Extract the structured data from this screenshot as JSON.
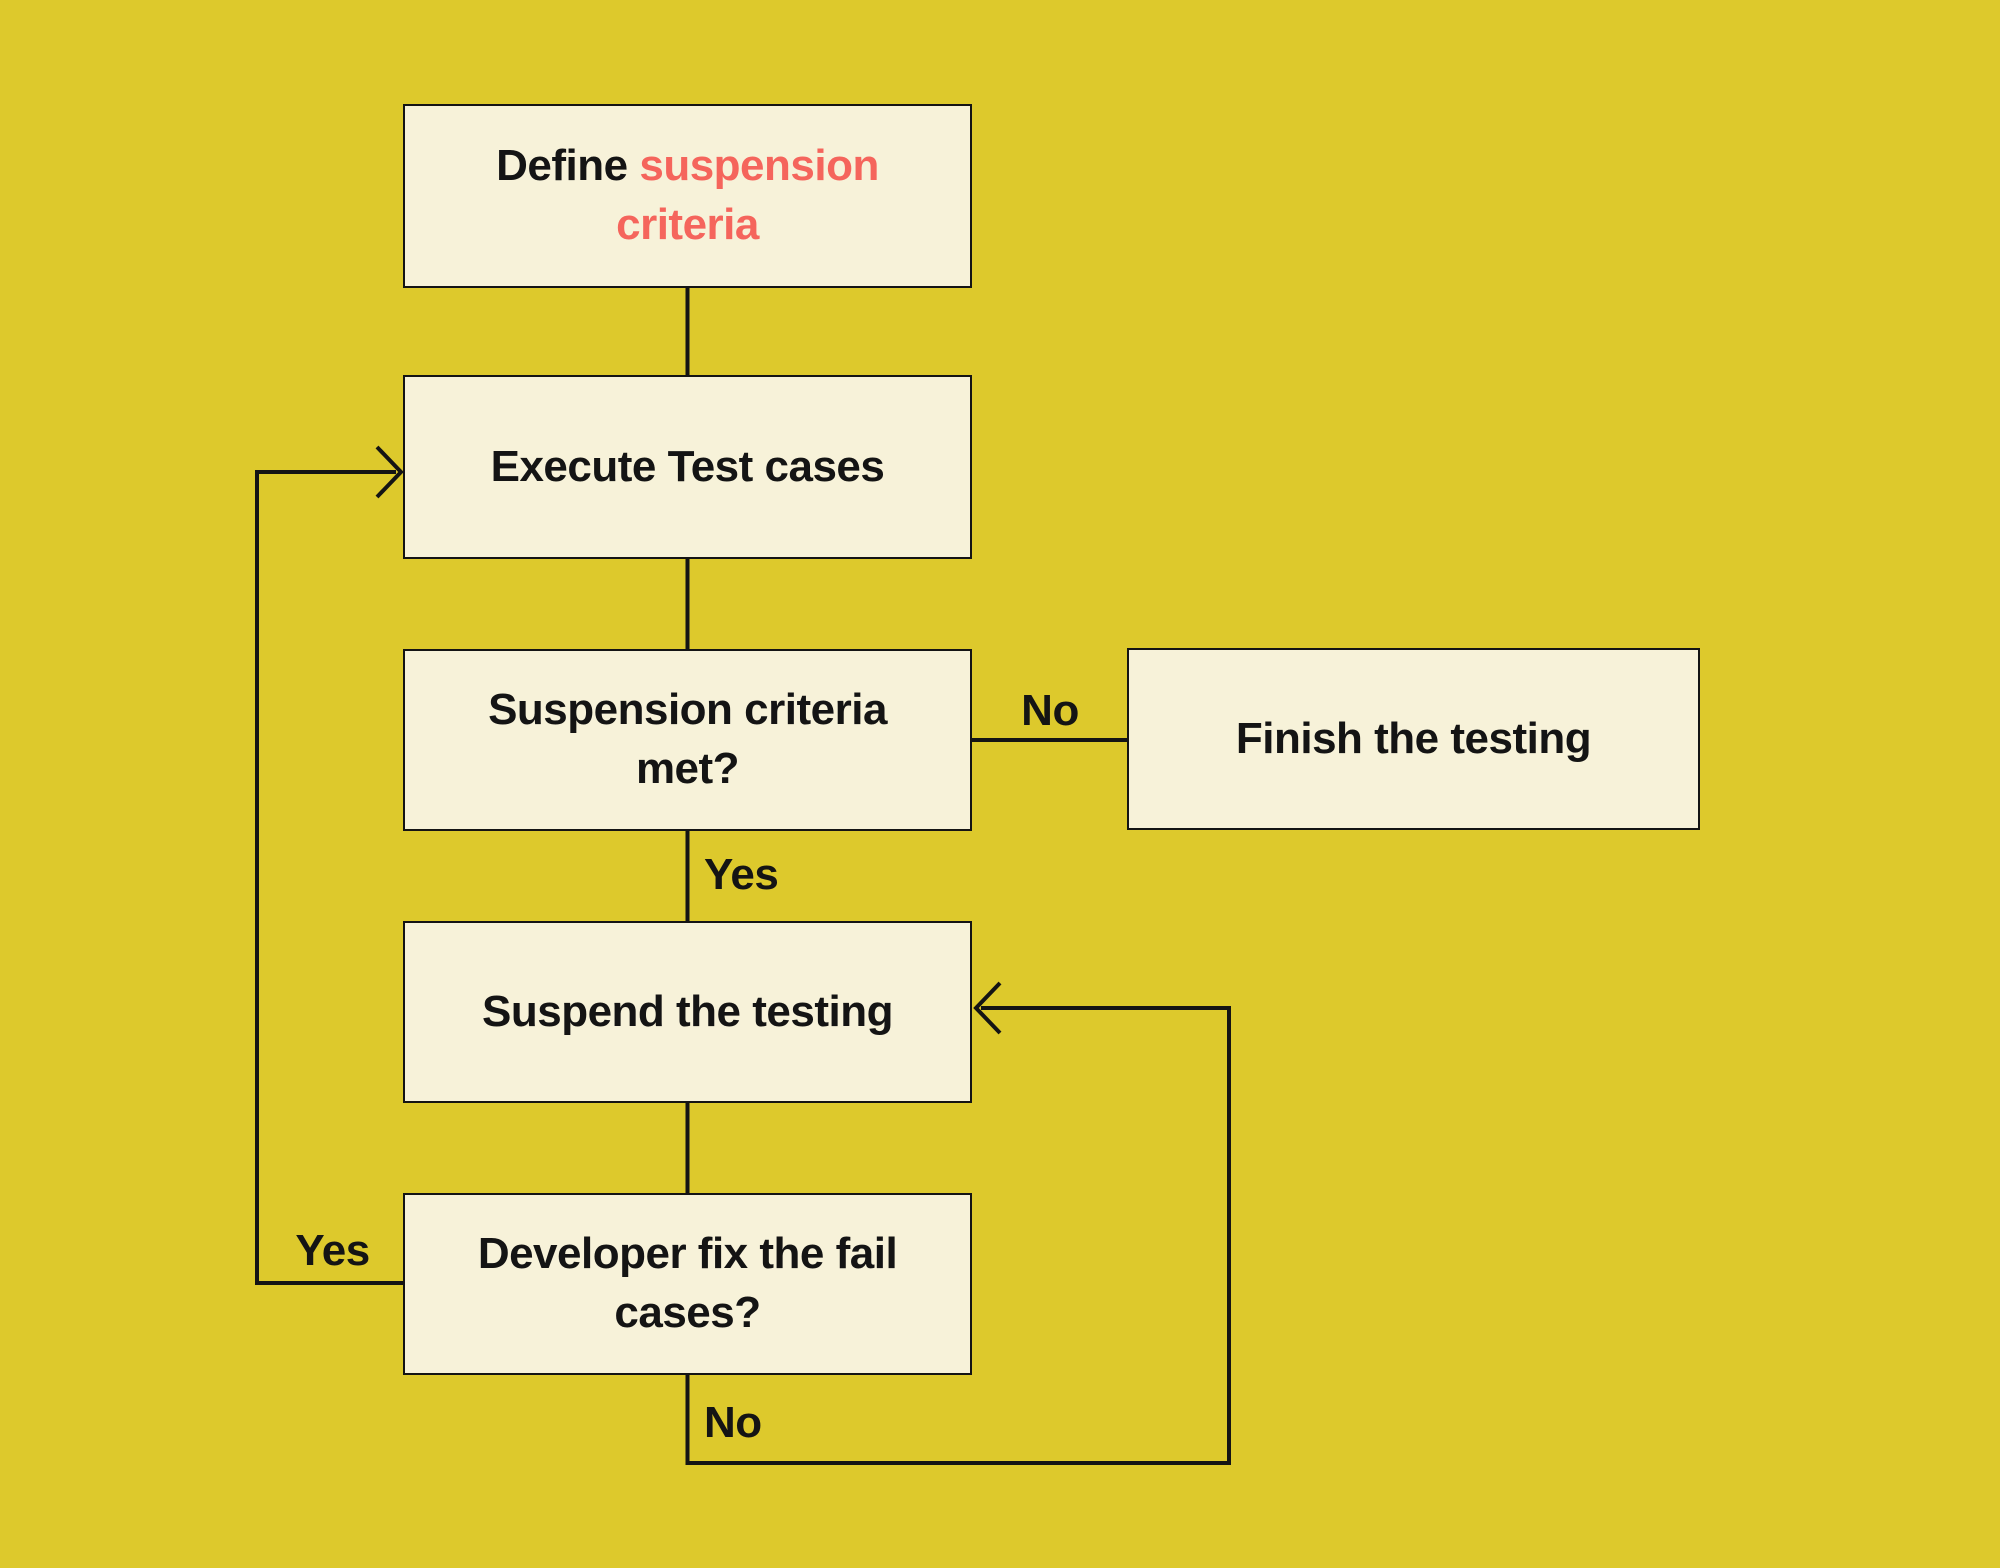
{
  "colors": {
    "background": "#ddc92c",
    "node_fill": "#f7f2d9",
    "node_border": "#141414",
    "line": "#141414",
    "text": "#141414",
    "accent_red": "#f5655c"
  },
  "nodes": {
    "define": {
      "text_black": "Define ",
      "text_red": "suspension criteria"
    },
    "execute": {
      "label": "Execute Test cases"
    },
    "criteria_met": {
      "label": "Suspension criteria met?"
    },
    "finish": {
      "label": "Finish the testing"
    },
    "suspend": {
      "label": "Suspend the testing"
    },
    "developer_fix": {
      "label": "Developer fix the fail cases?"
    }
  },
  "edge_labels": {
    "criteria_no": "No",
    "criteria_yes": "Yes",
    "developer_yes": "Yes",
    "developer_no": "No"
  },
  "edges": [
    {
      "from": "define",
      "to": "execute",
      "label": ""
    },
    {
      "from": "execute",
      "to": "criteria_met",
      "label": ""
    },
    {
      "from": "criteria_met",
      "to": "finish",
      "label": "No"
    },
    {
      "from": "criteria_met",
      "to": "suspend",
      "label": "Yes"
    },
    {
      "from": "suspend",
      "to": "developer_fix",
      "label": ""
    },
    {
      "from": "developer_fix",
      "to": "execute",
      "label": "Yes"
    },
    {
      "from": "developer_fix",
      "to": "suspend",
      "label": "No"
    }
  ]
}
